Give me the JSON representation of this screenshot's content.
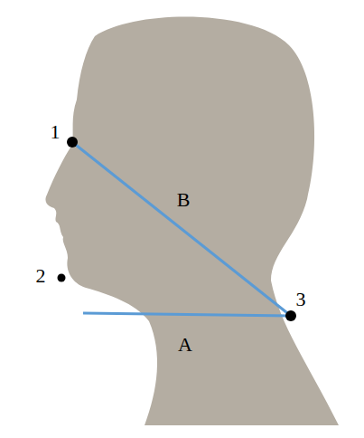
{
  "diagram": {
    "labels": [
      "1",
      "2",
      "3",
      "B",
      "A"
    ]
  }
}
